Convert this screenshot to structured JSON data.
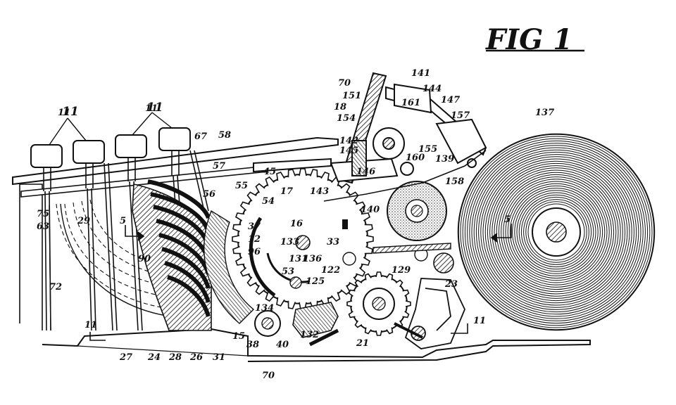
{
  "figure": {
    "title": "FIG 1"
  },
  "colors": {
    "ink": "#111111",
    "paper": "#ffffff",
    "stipple": "#6a6a6a"
  },
  "keys": [
    {
      "label": "11",
      "caps": 2
    },
    {
      "label": "11",
      "caps": 2
    }
  ],
  "reference_numerals": [
    "11",
    "11",
    "67",
    "58",
    "57",
    "55",
    "56",
    "45",
    "17",
    "143",
    "16",
    "54",
    "75",
    "63",
    "29",
    "5",
    "90",
    "37",
    "12",
    "96",
    "133",
    "131",
    "33",
    "136",
    "53",
    "122",
    "125",
    "134",
    "132",
    "72",
    "11",
    "27",
    "24",
    "28",
    "26",
    "31",
    "15",
    "38",
    "40",
    "70",
    "21",
    "129",
    "23",
    "140",
    "70",
    "141",
    "151",
    "144",
    "161",
    "147",
    "18",
    "157",
    "154",
    "142",
    "145",
    "146",
    "155",
    "160",
    "139",
    "158",
    "137",
    "5",
    "11"
  ]
}
